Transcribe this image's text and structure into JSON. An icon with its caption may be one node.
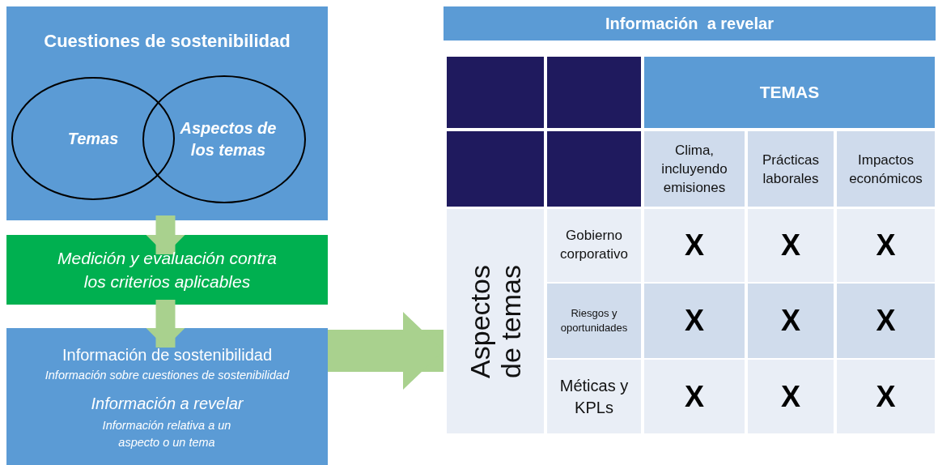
{
  "diagram": {
    "nodes": [
      {
        "text": [
          "Cuestiones de sostenibilidad"
        ]
      },
      {
        "text": [
          "Temas"
        ],
        "in": 0
      },
      {
        "text": [
          "Aspectos de los temas"
        ],
        "in": 0
      },
      {
        "text": [
          "Medición y evaluación contra los criterios aplicables"
        ]
      },
      {
        "text": [
          "Información de sostenibilidad",
          "Información sobre cuestiones de sostenibilidad",
          "Información a revelar",
          "Información relativa a un aspecto o un tema"
        ]
      },
      {
        "text": [
          "Información  a revelar"
        ]
      }
    ],
    "edges": [
      {
        "from": 0,
        "to": 3,
        "arrow": "to"
      },
      {
        "from": 3,
        "to": 4,
        "arrow": "to"
      },
      {
        "from": 4,
        "to": 5,
        "arrow": "to",
        "style": "thick"
      }
    ],
    "labels": [
      "TEMAS",
      "Clima, incluyendo emisiones",
      "Prácticas laborales",
      "Impactos económicos",
      "Aspectos de temas",
      "Gobierno corporativo",
      "X",
      "X",
      "X",
      "Riesgos y oportunidades",
      "X",
      "X",
      "X",
      "Méticas y KPLs",
      "X",
      "X",
      "X"
    ]
  }
}
